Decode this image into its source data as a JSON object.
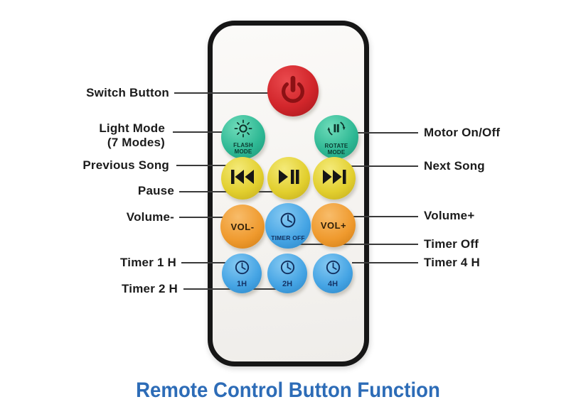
{
  "title": "Remote Control Button Function",
  "colors": {
    "power_red": "#d2262b",
    "mode_green": "#2eb894",
    "media_yellow": "#e2cf2e",
    "volume_orange": "#ef9a2e",
    "timer_blue": "#45a4e4",
    "title_blue": "#2d6cb7",
    "remote_border_black": "#161616",
    "callout_line": "#3a3a3a"
  },
  "icons": {
    "power": "power-icon",
    "flash": "sun-icon",
    "rotate": "rotate-arrows-icon",
    "previous": "previous-track-icon",
    "play_pause": "play-pause-icon",
    "next": "next-track-icon",
    "clock": "clock-icon"
  },
  "callouts": {
    "left": [
      {
        "label": "Switch Button"
      },
      {
        "label": "Light Mode",
        "label2": "(7 Modes)"
      },
      {
        "label": "Previous Song"
      },
      {
        "label": "Pause"
      },
      {
        "label": "Volume-"
      },
      {
        "label": "Timer 1 H"
      },
      {
        "label": "Timer 2 H"
      }
    ],
    "right": [
      {
        "label": "Motor On/Off"
      },
      {
        "label": "Next Song"
      },
      {
        "label": "Volume+"
      },
      {
        "label": "Timer Off"
      },
      {
        "label": "Timer 4 H"
      }
    ]
  },
  "buttons": {
    "flash_mode": {
      "line1": "FLASH",
      "line2": "MODE"
    },
    "rotate_mode": {
      "line1": "ROTATE",
      "line2": "MODE"
    },
    "vol_minus": {
      "label": "VOL-"
    },
    "timer_off": {
      "label": "TIMER OFF"
    },
    "vol_plus": {
      "label": "VOL+"
    },
    "timer_1h": {
      "label": "1H"
    },
    "timer_2h": {
      "label": "2H"
    },
    "timer_4h": {
      "label": "4H"
    }
  }
}
